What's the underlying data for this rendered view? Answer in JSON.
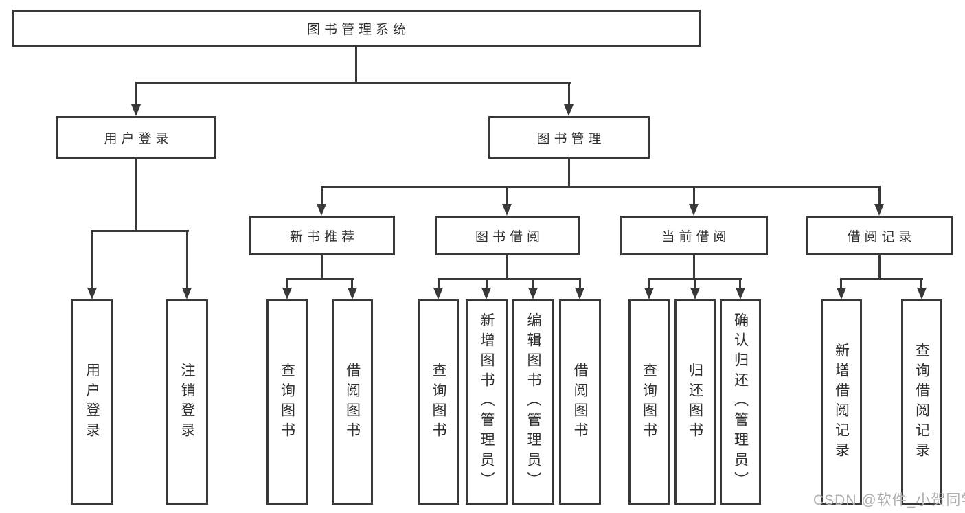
{
  "diagram": {
    "root": {
      "label": "图书管理系统"
    },
    "branches": [
      {
        "label": "用户登录",
        "children": [
          {
            "label": "用户登录"
          },
          {
            "label": "注销登录"
          }
        ]
      },
      {
        "label": "图书管理",
        "children": [
          {
            "label": "新书推荐",
            "children": [
              {
                "label": "查询图书"
              },
              {
                "label": "借阅图书"
              }
            ]
          },
          {
            "label": "图书借阅",
            "children": [
              {
                "label": "查询图书"
              },
              {
                "label": "新增图书（管理员）"
              },
              {
                "label": "编辑图书（管理员）"
              },
              {
                "label": "借阅图书"
              }
            ]
          },
          {
            "label": "当前借阅",
            "children": [
              {
                "label": "查询图书"
              },
              {
                "label": "归还图书"
              },
              {
                "label": "确认归还（管理员）"
              }
            ]
          },
          {
            "label": "借阅记录",
            "children": [
              {
                "label": "新增借阅记录"
              },
              {
                "label": "查询借阅记录"
              }
            ]
          }
        ]
      }
    ]
  },
  "watermark": {
    "text": "CSDN @软件_小贺同学"
  },
  "colors": {
    "line": "#383838",
    "text": "#2f2f2f",
    "watermark": "#b0b0b0",
    "background": "#ffffff"
  }
}
